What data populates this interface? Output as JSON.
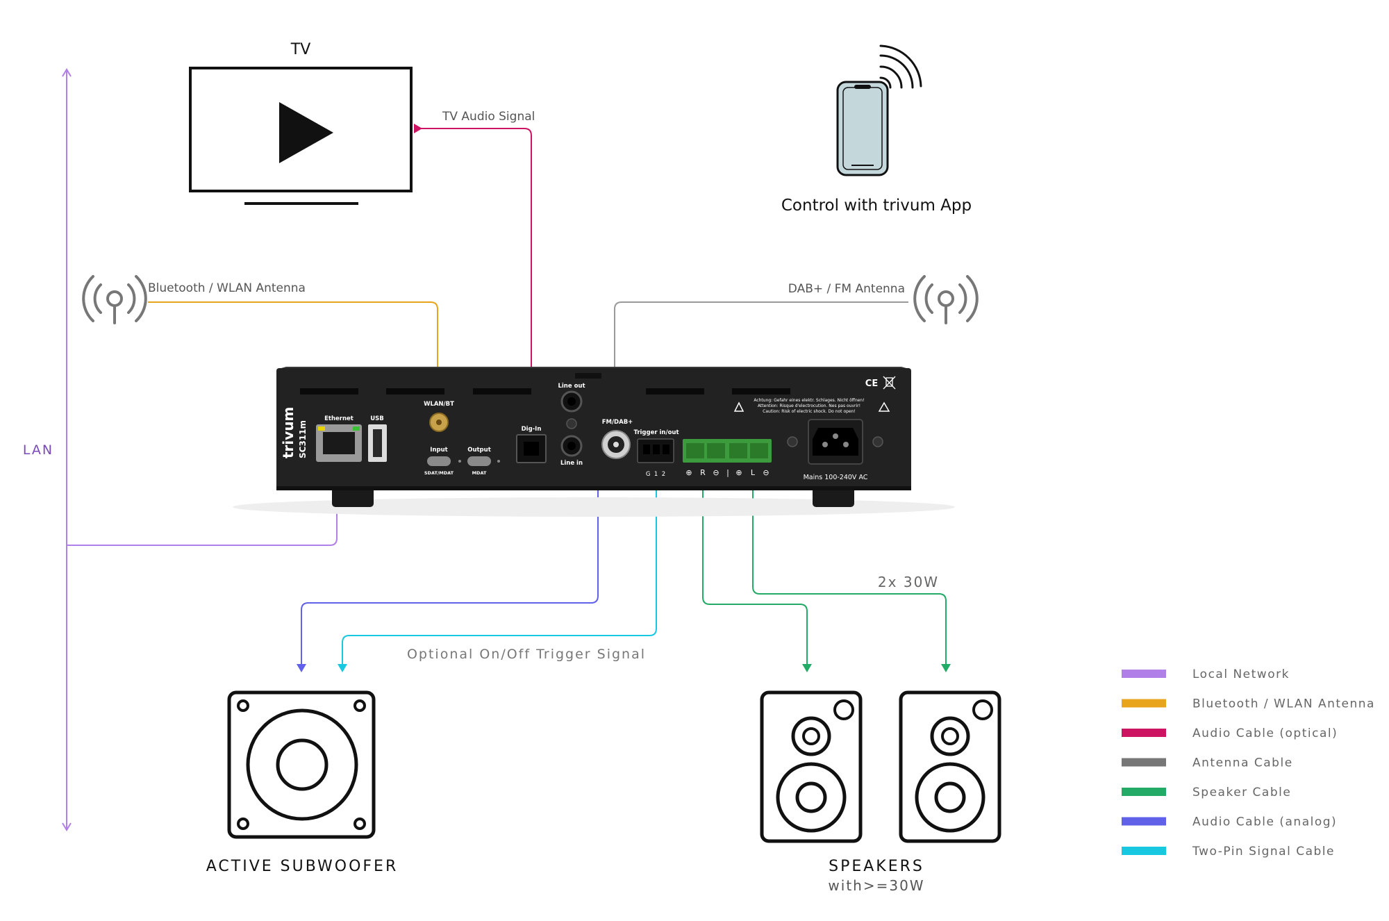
{
  "labels": {
    "tv": "TV",
    "tv_audio_signal": "TV Audio Signal",
    "app_control": "Control with trivum App",
    "bt_wlan_antenna": "Bluetooth / WLAN Antenna",
    "dab_fm_antenna": "DAB+ / FM Antenna",
    "lan": "LAN",
    "trigger_signal": "Optional On/Off Trigger Signal",
    "power_rating": "2x 30W",
    "subwoofer": "ACTIVE SUBWOOFER",
    "speakers": "SPEAKERS",
    "speakers_sub": "with>=30W"
  },
  "device": {
    "brand": "trivum",
    "model": "SC311m",
    "ports": {
      "ethernet": "Ethernet",
      "usb": "USB",
      "wlan_bt": "WLAN/BT",
      "input": "Input",
      "input_sub": "SDAT/MDAT",
      "output": "Output",
      "output_sub": "MDAT",
      "dig_in": "Dig-In",
      "line_out": "Line out",
      "line_in": "Line in",
      "fm_dab": "FM/DAB+",
      "trigger": "Trigger in/out",
      "trigger_pins": "G  1  2",
      "mains": "Mains 100-240V AC",
      "ce": "CE"
    },
    "warning": [
      "Achtung: Gefahr eines elektr. Schlages. Nicht öffnen!",
      "Attention: Risque d'electrocution. Nes pas ouvrir!",
      "Caution: Risk of electric shock. Do not open!"
    ]
  },
  "legend": [
    {
      "label": "Local Network",
      "color": "#b07fe8"
    },
    {
      "label": "Bluetooth / WLAN Antenna",
      "color": "#e8a41c"
    },
    {
      "label": "Audio Cable (optical)",
      "color": "#cc1462"
    },
    {
      "label": "Antenna Cable",
      "color": "#777777"
    },
    {
      "label": "Speaker Cable",
      "color": "#22aa66"
    },
    {
      "label": "Audio Cable (analog)",
      "color": "#6060e8"
    },
    {
      "label": "Two-Pin Signal Cable",
      "color": "#18c8e0"
    }
  ],
  "colors": {
    "lan": "#b07fe8",
    "antenna_bt": "#e8a41c",
    "optical": "#cc1462",
    "antenna": "#999999",
    "speaker": "#22aa66",
    "analog": "#6060e8",
    "trigger": "#18c8e0",
    "device_body": "#222222",
    "phone_screen": "#c4d8dc"
  },
  "icons": [
    "tv-icon",
    "play-icon",
    "smartphone-icon",
    "wifi-signal-icon",
    "antenna-icon",
    "subwoofer-icon",
    "speaker-icon"
  ]
}
